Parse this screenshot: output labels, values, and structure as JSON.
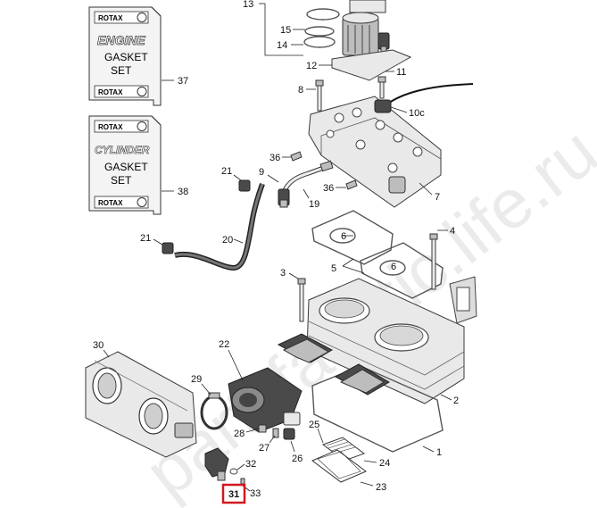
{
  "watermark": "partsfanatic.life.ru",
  "kits": {
    "engine": {
      "brand_top": "ROTAX",
      "title": "ENGINE",
      "line1": "GASKET",
      "line2": "SET",
      "brand_bottom": "ROTAX",
      "number": "37"
    },
    "cylinder": {
      "brand_top": "ROTAX",
      "title": "CYLINDER",
      "line1": "GASKET",
      "line2": "SET",
      "brand_bottom": "ROTAX",
      "number": "38"
    }
  },
  "callouts": {
    "c1": "1",
    "c2": "2",
    "c3": "3",
    "c4": "4",
    "c5": "5",
    "c6a": "6",
    "c6b": "6",
    "c7": "7",
    "c8": "8",
    "c9": "9",
    "c10c": "10c",
    "c11": "11",
    "c12": "12",
    "c13": "13",
    "c14": "14",
    "c15": "15",
    "c19": "19",
    "c20": "20",
    "c21a": "21",
    "c21b": "21",
    "c22": "22",
    "c23": "23",
    "c24": "24",
    "c25": "25",
    "c26": "26",
    "c27": "27",
    "c28": "28",
    "c29": "29",
    "c30": "30",
    "c31": "31",
    "c32": "32",
    "c33": "33",
    "c36a": "36",
    "c36b": "36"
  },
  "highlight": {
    "label": "31",
    "color": "#d0191f"
  }
}
